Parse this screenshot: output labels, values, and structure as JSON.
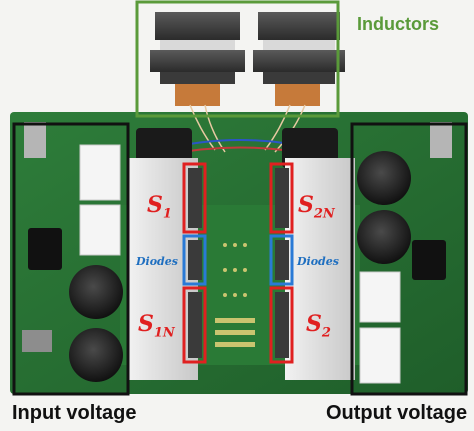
{
  "labels": {
    "inductors": "Inductors",
    "input_voltage": "Input voltage",
    "output_voltage": "Output voltage",
    "diodes_left": "Diodes",
    "diodes_right": "Diodes",
    "s1": {
      "base": "S",
      "sub": "1"
    },
    "s2n": {
      "base": "S",
      "sub": "2N"
    },
    "s1n": {
      "base": "S",
      "sub": "1N"
    },
    "s2": {
      "base": "S",
      "sub": "2"
    }
  },
  "colors": {
    "switch_box": "#e02020",
    "diode_box": "#2a7ad6",
    "inductor_box": "#5a9a3a",
    "voltage_box": "#111111",
    "switch_label": "#e02020",
    "diode_label": "#1f6fc0"
  }
}
